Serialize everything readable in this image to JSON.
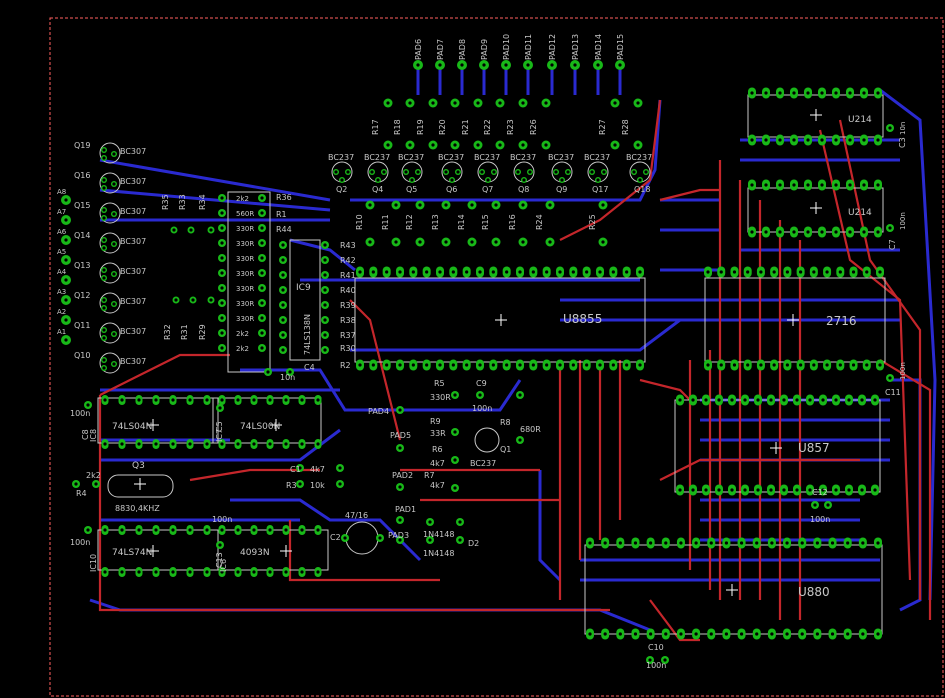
{
  "colors": {
    "background": "#000000",
    "top_copper": "#c4262b",
    "bottom_copper": "#2a2ad0",
    "pad": "#18b818",
    "silkscreen": "#c8c8c8",
    "outline": "#ff6060"
  },
  "icons": {
    "crosshair": "crosshair-icon"
  },
  "chips": {
    "ic9": "IC9",
    "ic9_part": "74LS138N",
    "u8855": "U8855",
    "u2716": "2716",
    "u857": "U857",
    "u880": "U880",
    "u214a": "U214",
    "u214b": "U214",
    "ic8": "IC8",
    "ic8_part": "74LS04N",
    "ic7": "IC7",
    "ic7_part": "74LS00N",
    "ic10": "IC10",
    "ic10_part": "74LS74N",
    "ic6": "IC6",
    "ic6_part": "4093N",
    "q3": "Q3",
    "q3_freq": "8830,4KHZ"
  },
  "pads_top": [
    "PAD6",
    "PAD7",
    "PAD8",
    "PAD9",
    "PAD10",
    "PAD11",
    "PAD12",
    "PAD13",
    "PAD14",
    "PAD15"
  ],
  "top_resistors": [
    "R17",
    "R18",
    "R19",
    "R20",
    "R21",
    "R22",
    "R23",
    "R26",
    "R27",
    "R28"
  ],
  "top_transistors": [
    {
      "type": "BC237",
      "ref": "Q2"
    },
    {
      "type": "BC237",
      "ref": "Q4"
    },
    {
      "type": "BC237",
      "ref": "Q5"
    },
    {
      "type": "BC237",
      "ref": "Q6"
    },
    {
      "type": "BC237",
      "ref": "Q7"
    },
    {
      "type": "BC237",
      "ref": "Q8"
    },
    {
      "type": "BC237",
      "ref": "Q9"
    },
    {
      "type": "BC237",
      "ref": "Q17"
    },
    {
      "type": "BC237",
      "ref": "Q18"
    }
  ],
  "mid_resistors": [
    "R10",
    "R11",
    "R12",
    "R13",
    "R14",
    "R15",
    "R16",
    "R24",
    "R25"
  ],
  "left_transistors": [
    {
      "ref": "Q19",
      "type": "BC307"
    },
    {
      "ref": "Q16",
      "type": "BC307"
    },
    {
      "ref": "Q15",
      "type": "BC307"
    },
    {
      "ref": "Q14",
      "type": "BC307"
    },
    {
      "ref": "Q13",
      "type": "BC307"
    },
    {
      "ref": "Q12",
      "type": "BC307"
    },
    {
      "ref": "Q11",
      "type": "BC307"
    },
    {
      "ref": "Q10",
      "type": "BC307"
    }
  ],
  "left_pads": [
    "A8",
    "A7",
    "A6",
    "A5",
    "A4",
    "A3",
    "A2",
    "A1"
  ],
  "res_array_values": [
    "2k2",
    "560R",
    "330R",
    "330R",
    "330R",
    "330R",
    "330R",
    "330R",
    "330R",
    "2k2",
    "2k2"
  ],
  "res_array_refs": [
    "R36",
    "R1",
    "R44"
  ],
  "ic9_side": [
    "R43",
    "R42",
    "R41",
    "R40",
    "R39",
    "R38",
    "R37",
    "R30",
    "R2"
  ],
  "small_res_left": [
    "R35",
    "R33",
    "R34",
    "R32",
    "R31",
    "R29"
  ],
  "misc": {
    "r5": "R5",
    "r5v": "330R",
    "c9": "C9",
    "c9v": "100n",
    "r8": "R8",
    "r8v": "680R",
    "pad4": "PAD4",
    "pad5": "PAD5",
    "r9": "R9",
    "r9v": "33R",
    "q1": "Q1",
    "q1t": "BC237",
    "r6": "R6",
    "r6v": "4k7",
    "pad2": "PAD2",
    "r7": "R7",
    "r7v": "4k7",
    "c1": "C1",
    "c1v": "4k7",
    "r3": "R3",
    "r3v": "10k",
    "c2": "C2",
    "c2v": "47/16",
    "pad1": "PAD1",
    "pad3": "PAD3",
    "d1": "1N4148",
    "d2": "D2",
    "d2v": "1N4148",
    "c4": "C4",
    "c4v": "10n",
    "r4": "R4",
    "r4v": "2k2",
    "c3": "C3",
    "c3v": "10n",
    "c7": "C7",
    "c7v": "100n",
    "c11": "C11",
    "c11v": "100n",
    "c12": "C12",
    "c12v": "100n",
    "c10": "C10",
    "c10v": "100n",
    "c8v": "100n",
    "c5v": "100n",
    "c6v": "100n",
    "c13v": "100n",
    "c5": "C5",
    "c6": "C6",
    "c13": "C13",
    "c8": "C8"
  }
}
